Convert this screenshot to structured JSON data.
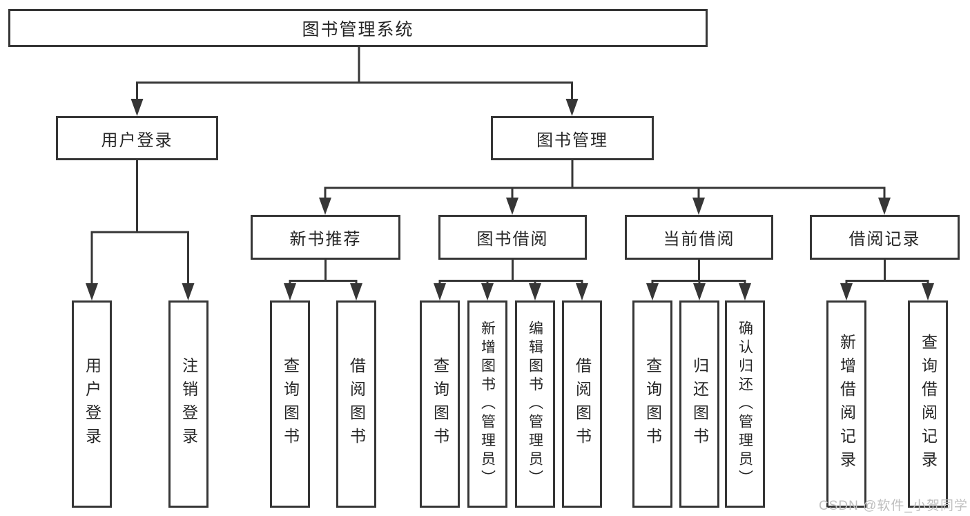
{
  "tree": {
    "root": {
      "label": "图书管理系统",
      "children": [
        {
          "label": "用户登录",
          "children": [
            {
              "label": "用户登录"
            },
            {
              "label": "注销登录"
            }
          ]
        },
        {
          "label": "图书管理",
          "children": [
            {
              "label": "新书推荐",
              "children": [
                {
                  "label": "查询图书"
                },
                {
                  "label": "借阅图书"
                }
              ]
            },
            {
              "label": "图书借阅",
              "children": [
                {
                  "label": "查询图书"
                },
                {
                  "label": "新增图书（管理员）"
                },
                {
                  "label": "编辑图书（管理员）"
                },
                {
                  "label": "借阅图书"
                }
              ]
            },
            {
              "label": "当前借阅",
              "children": [
                {
                  "label": "查询图书"
                },
                {
                  "label": "归还图书"
                },
                {
                  "label": "确认归还（管理员）"
                }
              ]
            },
            {
              "label": "借阅记录",
              "children": [
                {
                  "label": "新增借阅记录"
                },
                {
                  "label": "查询借阅记录"
                }
              ]
            }
          ]
        }
      ]
    }
  },
  "watermark": {
    "text": "CSDN @软件_小贺同学"
  },
  "colors": {
    "line": "#363636",
    "box_border": "#363636",
    "text": "#262626",
    "watermark": "#bfbfbf",
    "background": "#ffffff"
  }
}
